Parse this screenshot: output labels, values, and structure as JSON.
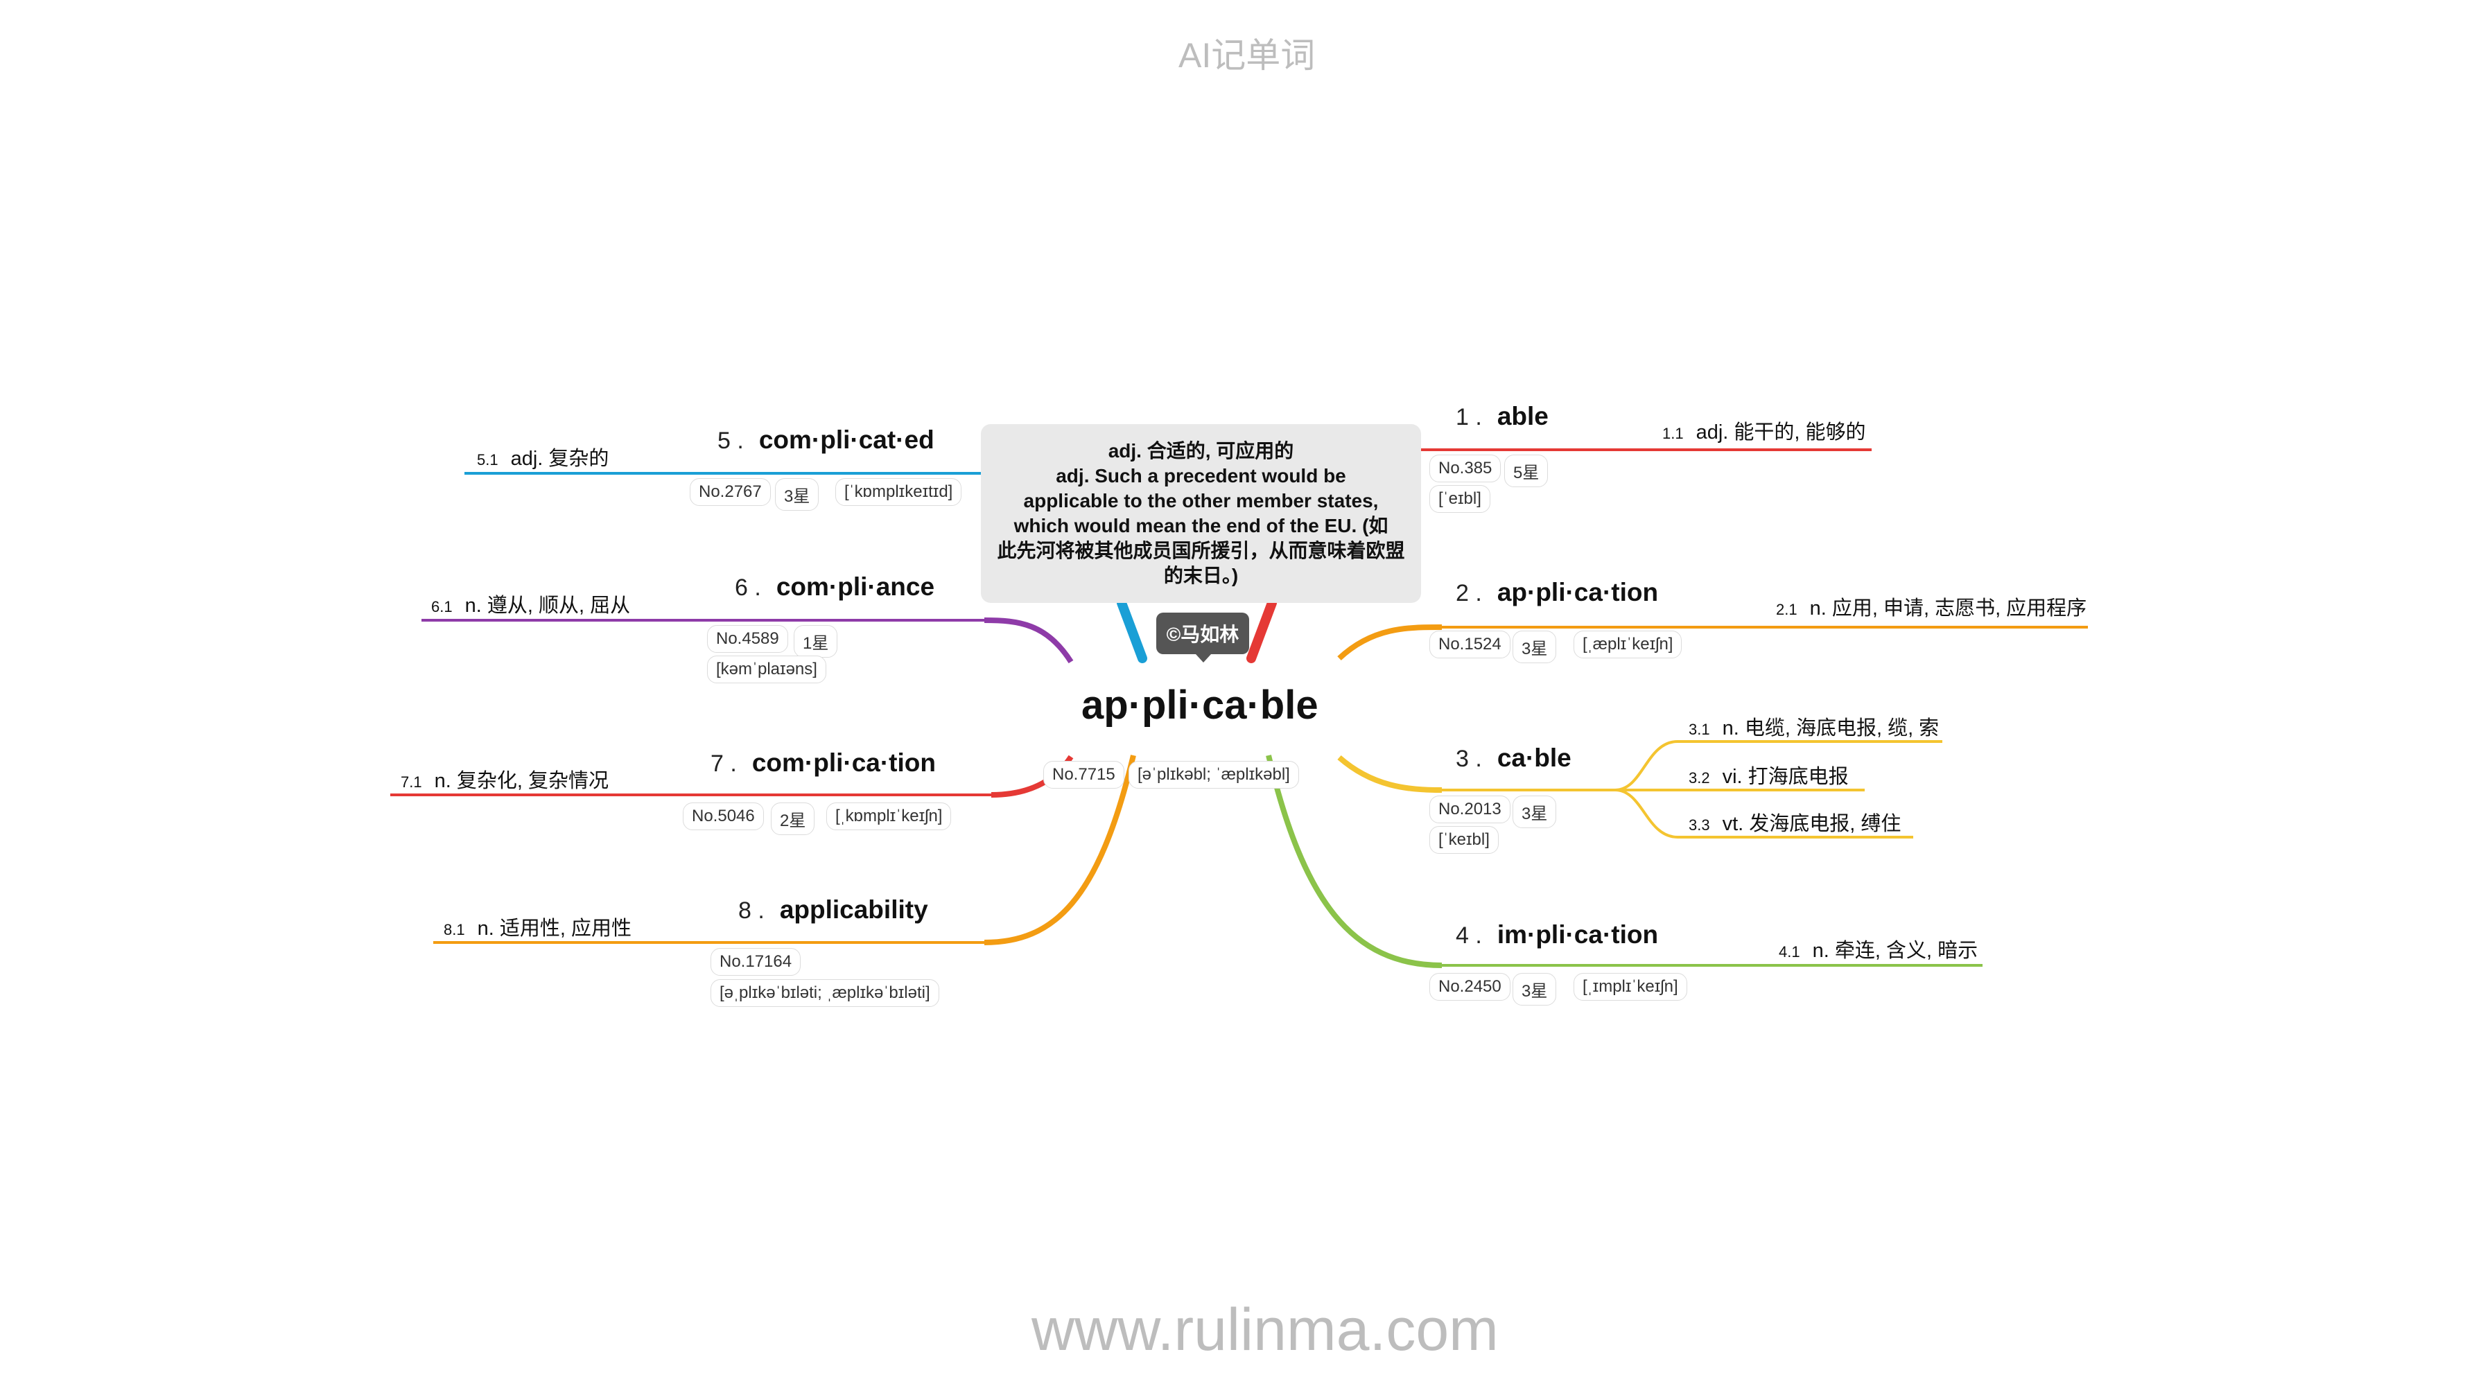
{
  "header": "AI记单词",
  "footer": "www.rulinma.com",
  "center": {
    "word": "ap·pli·ca·ble",
    "no": "No.7715",
    "phonetic": "[əˈplɪkəbl; ˈæplɪkəbl]",
    "definition_lines": [
      "adj. 合适的, 可应用的",
      "adj. Such a precedent would be",
      "applicable to the other member states,",
      "which would mean the end of the EU. (如",
      "此先河将被其他成员国所援引，从而意味着欧盟",
      "的末日。)"
    ],
    "author": "©马如林"
  },
  "branch_colors": [
    "#e53935",
    "#f39c12",
    "#f4c430",
    "#8bc34a",
    "#1a9fd6",
    "#8e3ba8",
    "#e53935",
    "#f39c12"
  ],
  "branches": [
    {
      "num": "1 .",
      "word": "able",
      "tags": [
        "No.385",
        "5星",
        "[ˈeɪbl]"
      ],
      "senses": [
        {
          "n": "1.1",
          "text": "adj. 能干的, 能够的"
        }
      ]
    },
    {
      "num": "2 .",
      "word": "ap·pli·ca·tion",
      "tags": [
        "No.1524",
        "3星",
        "[ˌæplɪˈkeɪʃn]"
      ],
      "senses": [
        {
          "n": "2.1",
          "text": "n. 应用, 申请, 志愿书, 应用程序"
        }
      ]
    },
    {
      "num": "3 .",
      "word": "ca·ble",
      "tags": [
        "No.2013",
        "3星",
        "[ˈkeɪbl]"
      ],
      "senses": [
        {
          "n": "3.1",
          "text": "n. 电缆, 海底电报, 缆, 索"
        },
        {
          "n": "3.2",
          "text": "vi. 打海底电报"
        },
        {
          "n": "3.3",
          "text": "vt. 发海底电报, 缚住"
        }
      ]
    },
    {
      "num": "4 .",
      "word": "im·pli·ca·tion",
      "tags": [
        "No.2450",
        "3星",
        "[ˌɪmplɪˈkeɪʃn]"
      ],
      "senses": [
        {
          "n": "4.1",
          "text": "n. 牵连, 含义, 暗示"
        }
      ]
    },
    {
      "num": "5 .",
      "word": "com·pli·cat·ed",
      "tags": [
        "No.2767",
        "3星",
        "[ˈkɒmplɪkeɪtɪd]"
      ],
      "senses": [
        {
          "n": "5.1",
          "text": "adj. 复杂的"
        }
      ]
    },
    {
      "num": "6 .",
      "word": "com·pli·ance",
      "tags": [
        "No.4589",
        "1星",
        "[kəmˈplaɪəns]"
      ],
      "senses": [
        {
          "n": "6.1",
          "text": "n. 遵从, 顺从, 屈从"
        }
      ]
    },
    {
      "num": "7 .",
      "word": "com·pli·ca·tion",
      "tags": [
        "No.5046",
        "2星",
        "[ˌkɒmplɪˈkeɪʃn]"
      ],
      "senses": [
        {
          "n": "7.1",
          "text": "n. 复杂化, 复杂情况"
        }
      ]
    },
    {
      "num": "8 .",
      "word": "applicability",
      "tags": [
        "No.17164",
        "[əˌplɪkəˈbɪləti; ˌæplɪkəˈbɪləti]"
      ],
      "senses": [
        {
          "n": "8.1",
          "text": "n. 适用性, 应用性"
        }
      ]
    }
  ]
}
